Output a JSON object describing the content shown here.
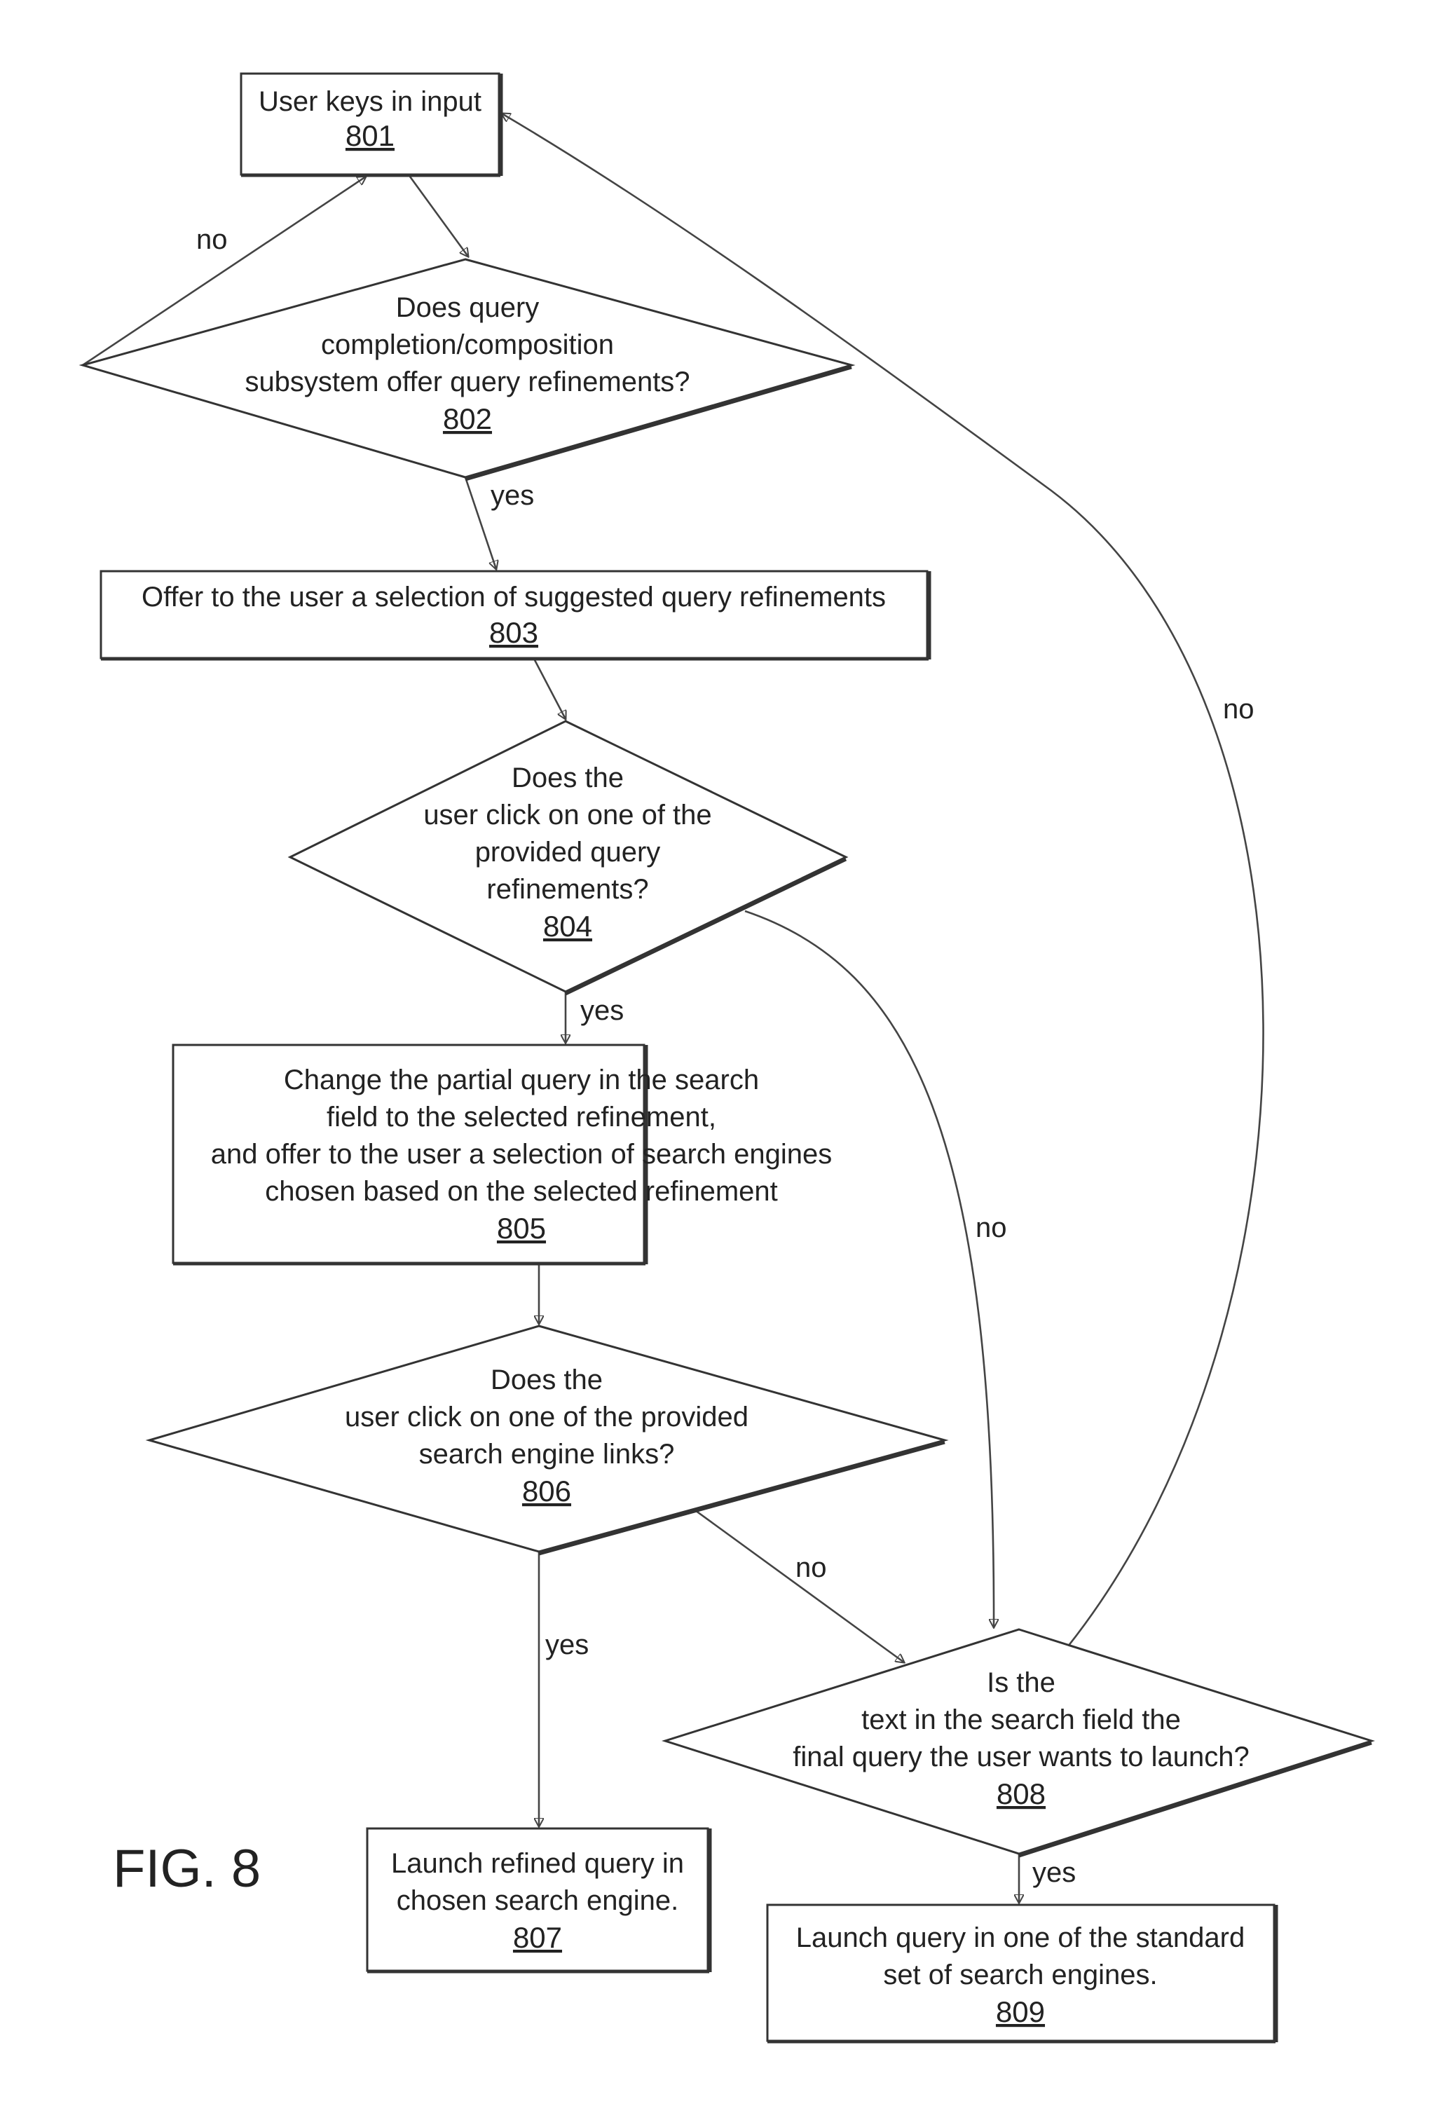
{
  "figure_label": "FIG. 8",
  "nodes": {
    "n801": {
      "type": "process",
      "lines": [
        "User keys in input"
      ],
      "ref": "801"
    },
    "n802": {
      "type": "decision",
      "lines": [
        "Does query",
        "completion/composition",
        "subsystem offer query refinements?"
      ],
      "ref": "802"
    },
    "n803": {
      "type": "process",
      "lines": [
        "Offer to the user a selection of suggested query refinements"
      ],
      "ref": "803"
    },
    "n804": {
      "type": "decision",
      "lines": [
        "Does the",
        "user click on one of the",
        "provided query",
        "refinements?"
      ],
      "ref": "804"
    },
    "n805": {
      "type": "process",
      "lines": [
        "Change the partial query in the search",
        "field to the selected refinement,",
        "and offer to the user a selection of search engines",
        "chosen based on the selected refinement"
      ],
      "ref": "805"
    },
    "n806": {
      "type": "decision",
      "lines": [
        "Does the",
        "user click on one of the provided",
        "search engine links?"
      ],
      "ref": "806"
    },
    "n807": {
      "type": "process",
      "lines": [
        "Launch refined query in",
        "chosen search engine."
      ],
      "ref": "807"
    },
    "n808": {
      "type": "decision",
      "lines": [
        "Is the",
        "text in the search field the",
        "final query the user wants to launch?"
      ],
      "ref": "808"
    },
    "n809": {
      "type": "process",
      "lines": [
        "Launch query in one of the standard",
        "set of search engines."
      ],
      "ref": "809"
    }
  },
  "edges": [
    {
      "from": "801",
      "to": "802",
      "label": ""
    },
    {
      "from": "802",
      "to": "801",
      "label": "no"
    },
    {
      "from": "802",
      "to": "803",
      "label": "yes"
    },
    {
      "from": "803",
      "to": "804",
      "label": ""
    },
    {
      "from": "804",
      "to": "805",
      "label": "yes"
    },
    {
      "from": "804",
      "to": "808",
      "label": "no"
    },
    {
      "from": "805",
      "to": "806",
      "label": ""
    },
    {
      "from": "806",
      "to": "807",
      "label": "yes"
    },
    {
      "from": "806",
      "to": "808",
      "label": "no"
    },
    {
      "from": "808",
      "to": "809",
      "label": "yes"
    },
    {
      "from": "808",
      "to": "801",
      "label": "no"
    }
  ],
  "edge_labels": {
    "e802_801": "no",
    "e802_803": "yes",
    "e804_805": "yes",
    "e804_808": "no",
    "e806_807": "yes",
    "e806_808": "no",
    "e808_809": "yes",
    "e808_801": "no"
  }
}
